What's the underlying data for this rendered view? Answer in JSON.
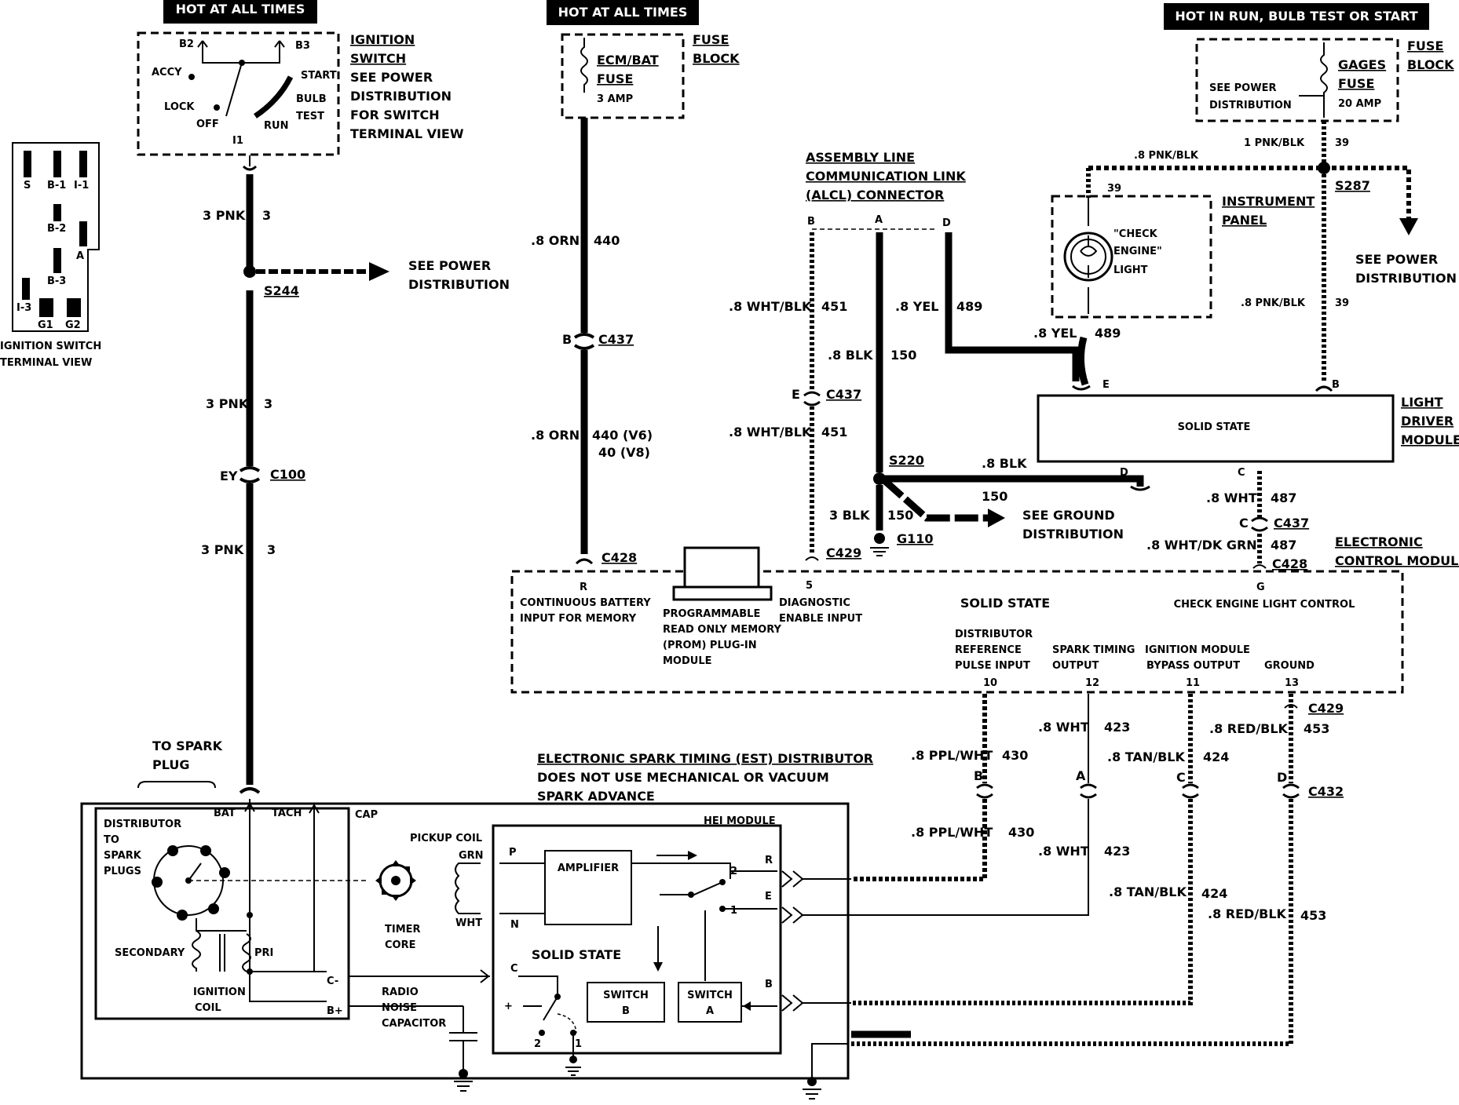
{
  "headers": {
    "hot_all_times_1": "HOT AT ALL TIMES",
    "hot_all_times_2": "HOT AT ALL TIMES",
    "hot_run": "HOT IN RUN,  BULB TEST OR START"
  },
  "ignition_switch": {
    "title_lines": [
      "IGNITION",
      "SWITCH",
      "SEE POWER",
      "DISTRIBUTION",
      "FOR SWITCH",
      "TERMINAL VIEW"
    ],
    "b2": "B2",
    "b3": "B3",
    "accy": "ACCY",
    "lock": "LOCK",
    "off": "OFF",
    "run": "RUN",
    "start": "START",
    "bulb": "BULB",
    "test": "TEST",
    "i1": "I1"
  },
  "terminal_view": {
    "caption_1": "IGNITION SWITCH",
    "caption_2": "TERMINAL VIEW",
    "pins": [
      "S",
      "B-1",
      "I-1",
      "B-2",
      "A",
      "B-3",
      "I-3",
      "G1",
      "G2"
    ]
  },
  "fuse_block_1": {
    "fuse_name": "ECM/BAT",
    "fuse_word": "FUSE",
    "fuse_amp": "3 AMP",
    "label_1": "FUSE",
    "label_2": "BLOCK"
  },
  "fuse_block_2": {
    "fuse_name": "GAGES",
    "fuse_word": "FUSE",
    "fuse_amp": "20 AMP",
    "see_1": "SEE POWER",
    "see_2": "DISTRIBUTION",
    "label_1": "FUSE",
    "label_2": "BLOCK"
  },
  "wire_labels": {
    "pnk_1": "3 PNK",
    "pnk_1_num": "3",
    "pnk_2": "3 PNK",
    "pnk_2_num": "3",
    "pnk_3": "3 PNK",
    "pnk_3_num": "3",
    "s244": "S244",
    "see_power_1": "SEE POWER",
    "see_power_2": "DISTRIBUTION",
    "ey": "EY",
    "c100": "C100",
    "orn_1": ".8 ORN",
    "orn_1_num": "440",
    "b": "B",
    "c437_1": "C437",
    "orn_2": ".8 ORN",
    "orn_2_num": "440 (V6)",
    "orn_2_num_b": "40 (V8)",
    "c428": "C428",
    "r": "R"
  },
  "alcl": {
    "title_1": "ASSEMBLY LINE",
    "title_2": "COMMUNICATION  LINK",
    "title_3": "(ALCL) CONNECTOR",
    "pin_b": "B",
    "pin_a": "A",
    "pin_d": "D",
    "wht_blk_1": ".8 WHT/BLK",
    "wht_blk_1_num": "451",
    "yel_1": ".8 YEL",
    "yel_1_num": "489",
    "blk_1": ".8 BLK",
    "blk_1_num": "150",
    "e": "E",
    "c437": "C437",
    "wht_blk_2": ".8 WHT/BLK",
    "wht_blk_2_num": "451",
    "s220": "S220",
    "blk_2": ".8 BLK",
    "blk_2_num": "150",
    "blk_3": "3 BLK",
    "blk_3_num": "150",
    "g110": "G110",
    "see_ground_1": "SEE GROUND",
    "see_ground_2": "DISTRIBUTION",
    "c429": "C429",
    "yel_2": ".8 YEL",
    "yel_2_num": "489"
  },
  "instrument_panel": {
    "label_1": "INSTRUMENT",
    "label_2": "PANEL",
    "light_1": "\"CHECK",
    "light_2": "ENGINE\"",
    "light_3": "LIGHT",
    "wire_39": "39",
    "pnk_blk_1": ".8 PNK/BLK",
    "pnk_blk_2": "1 PNK/BLK",
    "pnk_blk_2_num": "39",
    "s287": "S287",
    "see_power_1": "SEE POWER",
    "see_power_2": "DISTRIBUTION",
    "pnk_blk_3": ".8 PNK/BLK",
    "pnk_blk_3_num": "39"
  },
  "ldm": {
    "text": "SOLID STATE",
    "label_1": "LIGHT",
    "label_2": "DRIVER",
    "label_3": "MODULE",
    "pin_e": "E",
    "pin_b": "B",
    "pin_d": "D",
    "pin_c": "C",
    "wht": ".8 WHT",
    "wht_num": "487",
    "c": "C",
    "c437": "C437",
    "wht_dkgrn": ".8 WHT/DK GRN",
    "wht_dkgrn_num": "487",
    "c428": "C428"
  },
  "ecm": {
    "label_1": "ELECTRONIC",
    "label_2": "CONTROL MODULE",
    "solid_state": "SOLID STATE",
    "cont_1": "CONTINUOUS BATTERY",
    "cont_2": "INPUT FOR MEMORY",
    "prom_1": "PROGRAMMABLE",
    "prom_2": "READ ONLY MEMORY",
    "prom_3": "(PROM) PLUG-IN",
    "prom_4": "MODULE",
    "pin5": "5",
    "diag_1": "DIAGNOSTIC",
    "diag_2": "ENABLE INPUT",
    "pin_g": "G",
    "check_ctrl": "CHECK ENGINE LIGHT CONTROL",
    "dist_1": "DISTRIBUTOR",
    "dist_2": "REFERENCE",
    "dist_3": "PULSE INPUT",
    "spark_1": "SPARK TIMING",
    "spark_2": "OUTPUT",
    "ign_1": "IGNITION MODULE",
    "ign_2": "BYPASS OUTPUT",
    "ground": "GROUND",
    "pin10": "10",
    "pin12": "12",
    "pin11": "11",
    "pin13": "13"
  },
  "lower_wires": {
    "c429": "C429",
    "wht": ".8 WHT",
    "wht_num": "423",
    "red_blk": ".8 RED/BLK",
    "red_blk_num": "453",
    "ppl_wht": ".8 PPL/WHT",
    "ppl_wht_num": "430",
    "tan_blk": ".8 TAN/BLK",
    "tan_blk_num": "424",
    "b": "B",
    "a": "A",
    "c": "C",
    "d": "D",
    "c432": "C432",
    "ppl_wht_2": ".8 PPL/WHT",
    "ppl_wht_2_num": "430",
    "wht_2": ".8 WHT",
    "wht_2_num": "423",
    "tan_blk_2": ".8 TAN/BLK",
    "tan_blk_2_num": "424",
    "red_blk_2": ".8 RED/BLK",
    "red_blk_2_num": "453"
  },
  "distributor": {
    "est_1": "ELECTRONIC SPARK TIMING (EST) DISTRIBUTOR",
    "est_2": "DOES NOT USE MECHANICAL OR VACUUM",
    "est_3": "SPARK ADVANCE",
    "to_spark_1": "TO SPARK",
    "to_spark_2": "PLUG",
    "dist_1": "DISTRIBUTOR",
    "dist_2": "TO",
    "dist_3": "SPARK",
    "dist_4": "PLUGS",
    "bat": "BAT",
    "tach": "TACH",
    "cap": "CAP",
    "secondary": "SECONDARY",
    "pri": "PRI",
    "coil_1": "IGNITION",
    "coil_2": "COIL",
    "c_minus": "C-",
    "b_plus": "B+",
    "pickup": "PICKUP COIL",
    "grn": "GRN",
    "wht": "WHT",
    "timer_1": "TIMER",
    "timer_2": "CORE",
    "radio_1": "RADIO",
    "radio_2": "NOISE",
    "radio_3": "CAPACITOR",
    "hei": "HEI MODULE",
    "amplifier": "AMPLIFIER",
    "solid_state": "SOLID STATE",
    "switch_b_1": "SWITCH",
    "switch_b_2": "B",
    "switch_a_1": "SWITCH",
    "switch_a_2": "A",
    "p": "P",
    "n": "N",
    "c": "C",
    "plus": "+",
    "r": "R",
    "e": "E",
    "b": "B",
    "two": "2",
    "one": "1",
    "two_b": "2",
    "one_b": "1"
  }
}
